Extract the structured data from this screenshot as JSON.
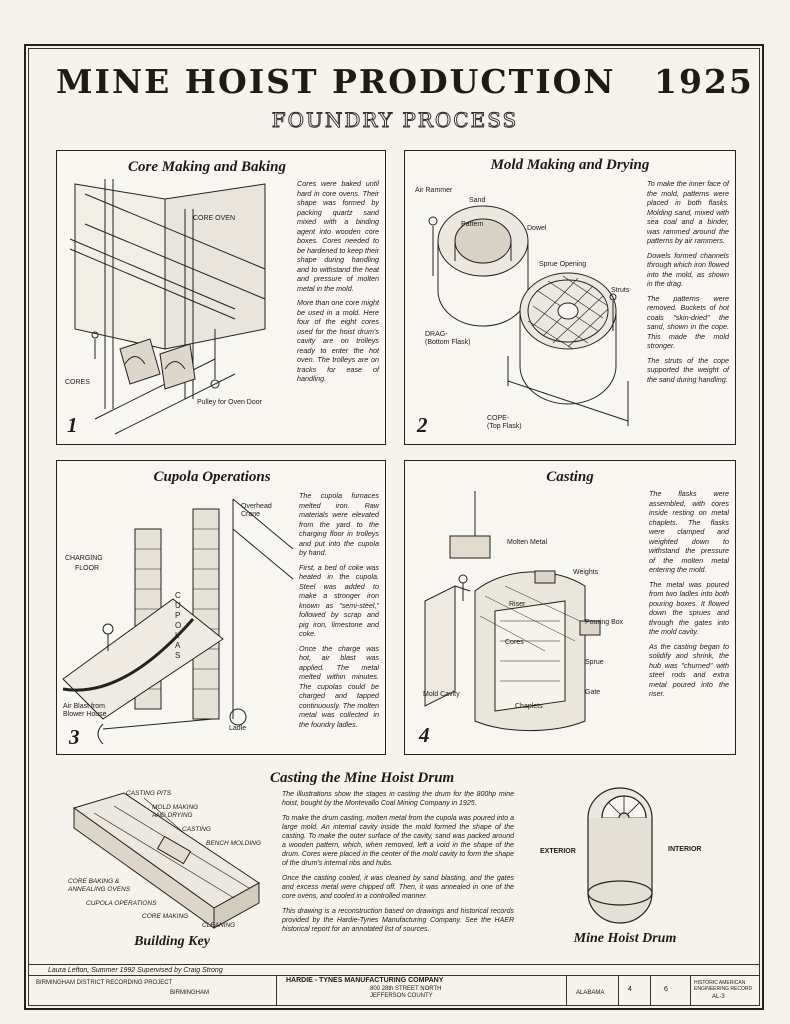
{
  "header": {
    "title": "MINE HOIST PRODUCTION",
    "year": "1925",
    "subtitle": "FOUNDRY PROCESS"
  },
  "panels": [
    {
      "number": "1",
      "title": "Core Making and Baking",
      "paragraphs": [
        "Cores were baked until hard in core ovens. Their shape was formed by packing quartz sand mixed with a binding agent into wooden core boxes. Cores needed to be hardened to keep their shape during handling and to withstand the heat and pressure of molten metal in the mold.",
        "More than one core might be used in a mold. Here four of the eight cores used for the hoist drum's cavity are on trolleys ready to enter the hot oven. The trolleys are on tracks for ease of handling."
      ],
      "labels": {
        "core_oven": "CORE OVEN",
        "cores": "CORES",
        "pulley": "Pulley for Oven Door"
      }
    },
    {
      "number": "2",
      "title": "Mold Making and Drying",
      "paragraphs": [
        "To make the inner face of the mold, patterns were placed in both flasks. Molding sand, mixed with sea coal and a binder, was rammed around the patterns by air rammers.",
        "Dowels formed channels through which iron flowed into the mold, as shown in the drag.",
        "The patterns were removed. Buckets of hot coals \"skin-dried\" the sand, shown in the cope. This made the mold stronger.",
        "The struts of the cope supported the weight of the sand during handling."
      ],
      "labels": {
        "air_rammer": "Air Rammer",
        "sand": "Sand",
        "pattern": "Pattern",
        "dowel": "Dowel",
        "sprue_opening": "Sprue Opening",
        "struts": "Struts",
        "drag": "DRAG-",
        "drag_sub": "(Bottom Flask)",
        "cope": "COPE-",
        "cope_sub": "(Top Flask)"
      }
    },
    {
      "number": "3",
      "title": "Cupola Operations",
      "paragraphs": [
        "The cupola furnaces melted iron. Raw materials were elevated from the yard to the charging floor in trolleys and put into the cupola by hand.",
        "First, a bed of coke was heated in the cupola. Steel was added to make a stronger iron known as \"semi-steel,\" followed by scrap and pig iron, limestone and coke.",
        "Once the charge was hot, air blast was applied. The metal melted within minutes. The cupolas could be charged and tapped continuously. The molten metal was collected in the foundry ladles."
      ],
      "labels": {
        "charging": "CHARGING",
        "floor": "FLOOR",
        "overhead": "Overhead",
        "crane": "Crane",
        "cupolas": "CUPOLAS",
        "air_blast": "Air Blast from",
        "blower": "Blower House",
        "ladle": "Ladle"
      }
    },
    {
      "number": "4",
      "title": "Casting",
      "paragraphs": [
        "The flasks were assembled, with cores inside resting on metal chaplets. The flasks were clamped and weighted down to withstand the pressure of the molten metal entering the mold.",
        "The metal was poured from two ladles into both pouring boxes. It flowed down the sprues and through the gates into the mold cavity.",
        "As the casting began to solidify and shrink, the hub was \"churned\" with steel rods and extra metal poured into the riser."
      ],
      "labels": {
        "molten_metal": "Molten Metal",
        "weights": "Weights",
        "riser": "Riser",
        "pouring_box": "Pouring Box",
        "cores": "Cores",
        "sprue": "Sprue",
        "mold_cavity": "Mold Cavity",
        "gate": "Gate",
        "chaplets": "Chaplets"
      }
    }
  ],
  "bottom": {
    "title": "Casting the Mine Hoist Drum",
    "paragraphs": [
      "The illustrations show the stages in casting the drum for the 800hp mine hoist, bought by the Montevallo Coal Mining Company in 1925.",
      "To make the drum casting, molten metal from the cupola was poured into a large mold. An internal cavity inside the mold formed the shape of the casting. To make the outer surface of the cavity, sand was packed around a wooden pattern, which, when removed, left a void in the shape of the drum. Cores were placed in the center of the mold cavity to form the shape of the drum's internal ribs and hubs.",
      "Once the casting cooled, it was cleaned by sand blasting, and the gates and excess metal were chipped off. Then, it was annealed in one of the core ovens, and cooled in a controlled manner.",
      "This drawing is a reconstruction based on drawings and historical records provided by the Hardie-Tynes Manufacturing Company. See the HAER historical report for an annotated list of sources."
    ],
    "building_key": {
      "caption": "Building Key",
      "labels": [
        "CASTING PITS",
        "MOLD MAKING",
        "AND DRYING",
        "CASTING",
        "BENCH MOLDING",
        "CORE BAKING &",
        "ANNEALING OVENS",
        "CUPOLA OPERATIONS",
        "CORE MAKING",
        "CLEANING"
      ]
    },
    "drum": {
      "caption": "Mine Hoist Drum",
      "exterior": "EXTERIOR",
      "interior": "INTERIOR"
    }
  },
  "title_block": {
    "delineator": "Laura Lefton, Summer 1992  Supervised by Craig Strong",
    "project": "BIRMINGHAM DISTRICT RECORDING PROJECT",
    "city": "BIRMINGHAM",
    "company": "HARDIE - TYNES MANUFACTURING COMPANY",
    "address": "800 28th STREET NORTH",
    "county": "JEFFERSON COUNTY",
    "state": "ALABAMA",
    "sheet": "4",
    "of": "6",
    "record": "HISTORIC AMERICAN ENGINEERING RECORD",
    "record_no": "AL-3"
  }
}
